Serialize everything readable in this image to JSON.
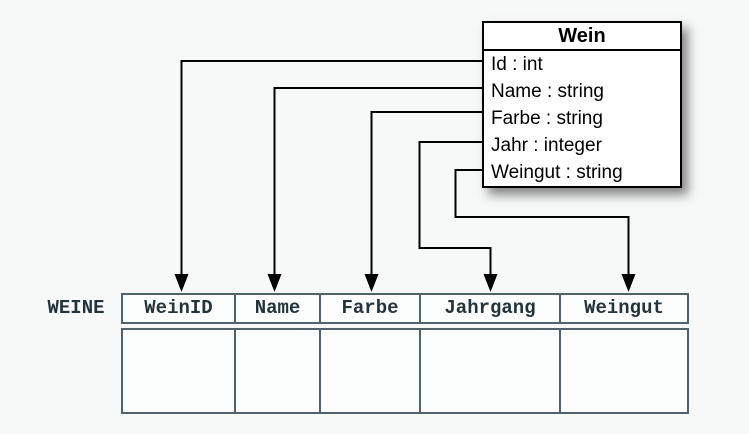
{
  "class_box": {
    "title": "Wein",
    "attributes": [
      "Id : int",
      "Name : string",
      "Farbe : string",
      "Jahr : integer",
      "Weingut : string"
    ]
  },
  "table": {
    "name": "WEINE",
    "columns": [
      "WeinID",
      "Name",
      "Farbe",
      "Jahrgang",
      "Weingut"
    ],
    "empty_body_rows": 1
  },
  "mappings": [
    {
      "from": "Id",
      "to": "WeinID"
    },
    {
      "from": "Name",
      "to": "Name"
    },
    {
      "from": "Farbe",
      "to": "Farbe"
    },
    {
      "from": "Jahr",
      "to": "Jahrgang"
    },
    {
      "from": "Weingut",
      "to": "Weingut"
    }
  ],
  "colors": {
    "page_background": "#f7f8f8",
    "class_box_background": "#ffffff",
    "class_box_border": "#000000",
    "connector_line": "#000000",
    "table_border": "#51626a",
    "table_text": "#24343b",
    "table_cell_background": "#fcfdfd"
  }
}
